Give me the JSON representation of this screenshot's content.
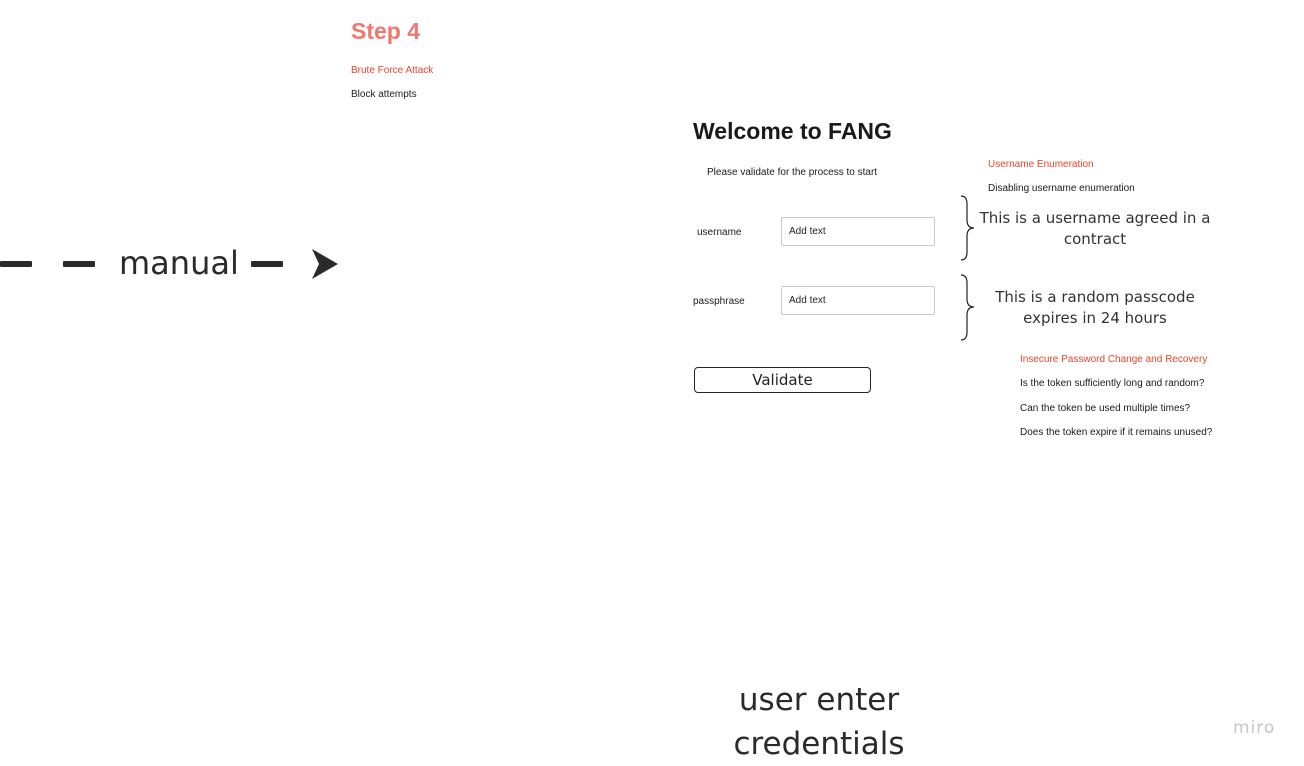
{
  "step": {
    "title": "Step 4",
    "vulnerability": "Brute Force Attack",
    "mitigation": "Block attempts"
  },
  "flow": {
    "arrow_label": "manual",
    "bottom_label": "user enter credentials"
  },
  "form": {
    "title": "Welcome to FANG",
    "subtitle": "Please validate for the process to start",
    "username_label": "username",
    "username_placeholder": "Add text",
    "password_label": "passphrase",
    "password_placeholder": "Add text",
    "validate_label": "Validate"
  },
  "notes": {
    "enumeration_title": "Username Enumeration",
    "enumeration_sub": "Disabling username enumeration",
    "username_note": "This is a username agreed in a contract",
    "password_note": "This is a random passcode expires in 24 hours",
    "password_change_title": "Insecure Password Change and Recovery",
    "questions": [
      "Is the token sufficiently long and random?",
      "Can the token be used multiple times?",
      "Does the token expire if it remains unused?"
    ]
  },
  "brand": {
    "watermark": "miro"
  },
  "colors": {
    "step_title": "#f0766e",
    "red_text": "#e8452a",
    "ink": "#2a2a2a"
  }
}
